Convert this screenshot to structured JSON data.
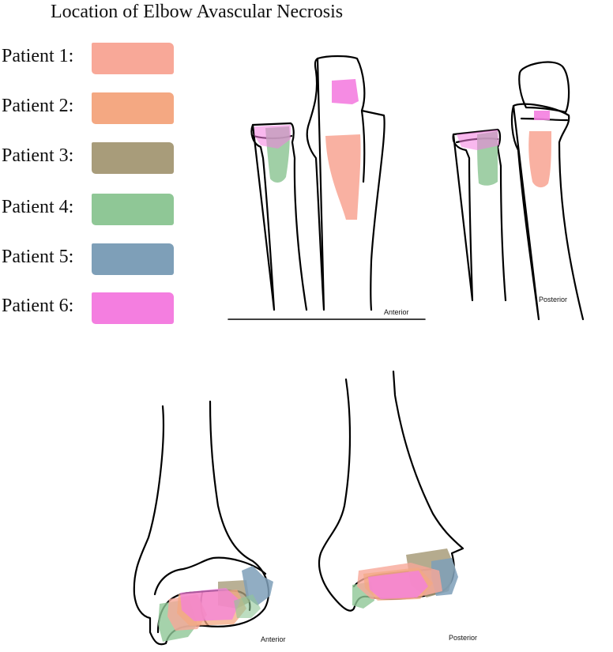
{
  "title": "Location of Elbow Avascular Necrosis",
  "legend": [
    {
      "label": "Patient 1:",
      "color": "#f8a898"
    },
    {
      "label": "Patient 2:",
      "color": "#f4a882"
    },
    {
      "label": "Patient 3:",
      "color": "#a89c7a"
    },
    {
      "label": "Patient 4:",
      "color": "#8fc796"
    },
    {
      "label": "Patient 5:",
      "color": "#7e9fb8"
    },
    {
      "label": "Patient 6:",
      "color": "#f47ee0"
    }
  ],
  "views": {
    "forearm_anterior": "Anterior",
    "forearm_posterior": "Posterior",
    "humerus_anterior": "Anterior",
    "humerus_posterior": "Posterior"
  }
}
